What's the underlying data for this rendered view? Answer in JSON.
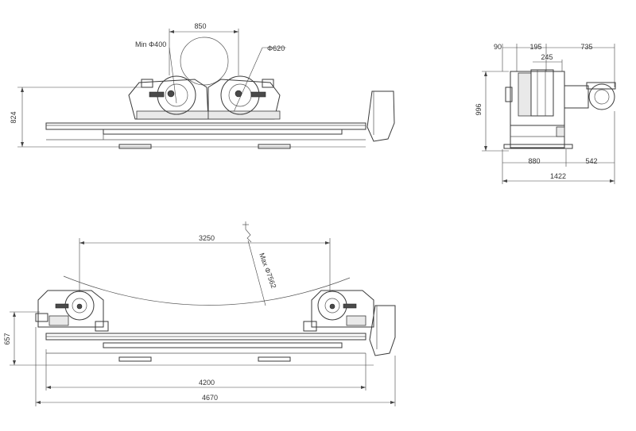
{
  "views": {
    "top": {
      "dim_roller_spacing": "850",
      "dim_min_diameter": "Min Φ400",
      "dim_roller_diameter": "Φ620",
      "dim_height": "824"
    },
    "side": {
      "dim_90": "90",
      "dim_195": "195",
      "dim_245": "245",
      "dim_735": "735",
      "dim_height": "996",
      "dim_880": "880",
      "dim_542": "542",
      "dim_total": "1422"
    },
    "bottom": {
      "dim_roller_spacing": "3250",
      "dim_max_diameter": "Max Φ7562",
      "dim_height": "657",
      "dim_rail": "4200",
      "dim_total": "4670"
    }
  }
}
